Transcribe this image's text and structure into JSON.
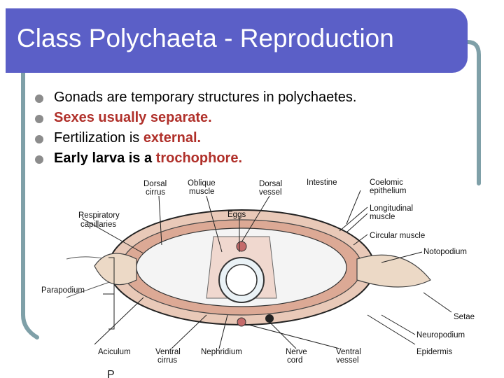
{
  "slide": {
    "title": "Class Polychaeta - Reproduction",
    "bullets": [
      {
        "parts": [
          {
            "text": "Gonads are temporary structures in polychaetes.",
            "style": "normal"
          }
        ]
      },
      {
        "parts": [
          {
            "text": "Sexes usually separate.",
            "style": "red-bold"
          }
        ]
      },
      {
        "parts": [
          {
            "text": "Fertilization is ",
            "style": "normal"
          },
          {
            "text": "external.",
            "style": "red-bold"
          }
        ]
      },
      {
        "parts": [
          {
            "text": "Early larva is a ",
            "style": "bold"
          },
          {
            "text": "trochophore.",
            "style": "red-bold"
          }
        ]
      }
    ]
  },
  "diagram_labels": {
    "dorsal_cirrus": [
      "Dorsal",
      "cirrus"
    ],
    "oblique_muscle": [
      "Oblique",
      "muscle"
    ],
    "dorsal_vessel": [
      "Dorsal",
      "vessel"
    ],
    "intestine": "Intestine",
    "coelomic_epithelium": [
      "Coelomic",
      "epithelium"
    ],
    "respiratory_capillaries": [
      "Respiratory",
      "capillaries"
    ],
    "eggs": "Eggs",
    "longitudinal_muscle": [
      "Longitudinal",
      "muscle"
    ],
    "circular_muscle": "Circular muscle",
    "notopodium": "Notopodium",
    "parapodium": "Parapodium",
    "setae": "Setae",
    "neuropodium": "Neuropodium",
    "epidermis": "Epidermis",
    "aciculum": "Aciculum",
    "ventral_cirrus": [
      "Ventral",
      "cirrus"
    ],
    "nephridium": "Nephridium",
    "nerve_cord": [
      "Nerve",
      "cord"
    ],
    "ventral_vessel": [
      "Ventral",
      "vessel"
    ],
    "fragment": "P"
  },
  "colors": {
    "title_bar": "#5b5fc7",
    "frame_line": "#7fa0a8",
    "accent_red": "#b0302a",
    "bullet": "#8c8c8c"
  }
}
